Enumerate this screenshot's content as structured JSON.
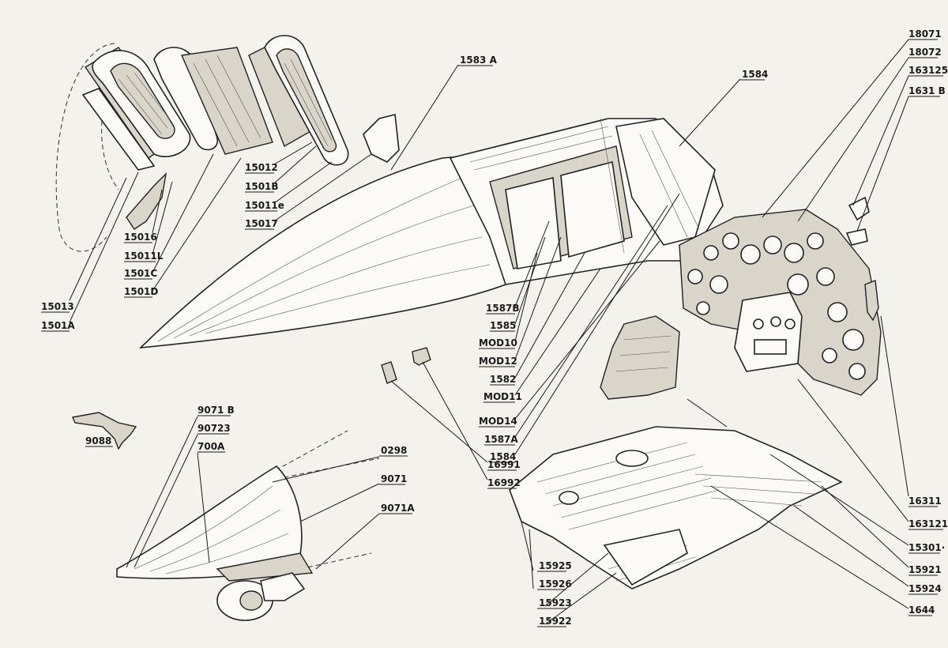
{
  "labels": [
    {
      "id": "l-15013",
      "text": "15013"
    },
    {
      "id": "l-1501A",
      "text": "1501A"
    },
    {
      "id": "l-15016",
      "text": "15016"
    },
    {
      "id": "l-15011L",
      "text": "15011L"
    },
    {
      "id": "l-1501C",
      "text": "1501C"
    },
    {
      "id": "l-1501D",
      "text": "1501D"
    },
    {
      "id": "l-15012",
      "text": "15012"
    },
    {
      "id": "l-1501B",
      "text": "1501B"
    },
    {
      "id": "l-15011e",
      "text": "15011e"
    },
    {
      "id": "l-15017",
      "text": "15017"
    },
    {
      "id": "l-1583A",
      "text": "1583 A"
    },
    {
      "id": "l-1584top",
      "text": "1584"
    },
    {
      "id": "l-18071",
      "text": "18071"
    },
    {
      "id": "l-18072",
      "text": "18072"
    },
    {
      "id": "l-163125",
      "text": "163125"
    },
    {
      "id": "l-1631B",
      "text": "1631 B"
    },
    {
      "id": "l-1587B",
      "text": "1587B"
    },
    {
      "id": "l-1585",
      "text": "1585"
    },
    {
      "id": "l-MOD10",
      "text": "MOD10"
    },
    {
      "id": "l-MOD12",
      "text": "MOD12"
    },
    {
      "id": "l-1582",
      "text": "1582"
    },
    {
      "id": "l-MOD11",
      "text": "MOD11"
    },
    {
      "id": "l-MOD14",
      "text": "MOD14"
    },
    {
      "id": "l-1587A",
      "text": "1587A"
    },
    {
      "id": "l-1584bot",
      "text": "1584"
    },
    {
      "id": "l-16991",
      "text": "16991"
    },
    {
      "id": "l-16992",
      "text": "16992"
    },
    {
      "id": "l-9071B",
      "text": "9071 B"
    },
    {
      "id": "l-90723",
      "text": "90723"
    },
    {
      "id": "l-700A",
      "text": "700A"
    },
    {
      "id": "l-9088",
      "text": "9088"
    },
    {
      "id": "l-0298",
      "text": "0298"
    },
    {
      "id": "l-9071",
      "text": "9071"
    },
    {
      "id": "l-9071A",
      "text": "9071A"
    },
    {
      "id": "l-16311",
      "text": "16311"
    },
    {
      "id": "l-163121",
      "text": "163121"
    },
    {
      "id": "l-15301",
      "text": "15301·"
    },
    {
      "id": "l-15921",
      "text": "15921"
    },
    {
      "id": "l-15924",
      "text": "15924"
    },
    {
      "id": "l-1644",
      "text": "1644"
    },
    {
      "id": "l-15925",
      "text": "15925"
    },
    {
      "id": "l-15926",
      "text": "15926"
    },
    {
      "id": "l-15923",
      "text": "15923"
    },
    {
      "id": "l-15922",
      "text": "15922"
    }
  ]
}
